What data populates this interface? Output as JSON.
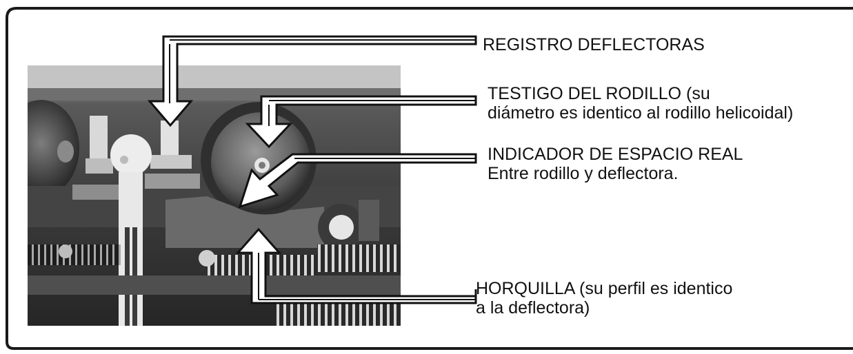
{
  "labels": {
    "registro": {
      "line1": "REGISTRO DEFLECTORAS"
    },
    "testigo": {
      "line1": "TESTIGO DEL RODILLO (su",
      "line2": "diámetro es identico al rodillo helicoidal)"
    },
    "indicador": {
      "line1": "INDICADOR DE ESPACIO REAL",
      "line2": "Entre rodillo y deflectora."
    },
    "horquilla": {
      "line1": "HORQUILLA (su perfil es identico",
      "line2": "a la deflectora)"
    }
  },
  "photo": {
    "description_icon": "machine-photo",
    "style": "grayscale"
  },
  "colors": {
    "frame": "#1a1a1a",
    "arrow_fill": "#ffffff",
    "arrow_stroke": "#111111"
  }
}
